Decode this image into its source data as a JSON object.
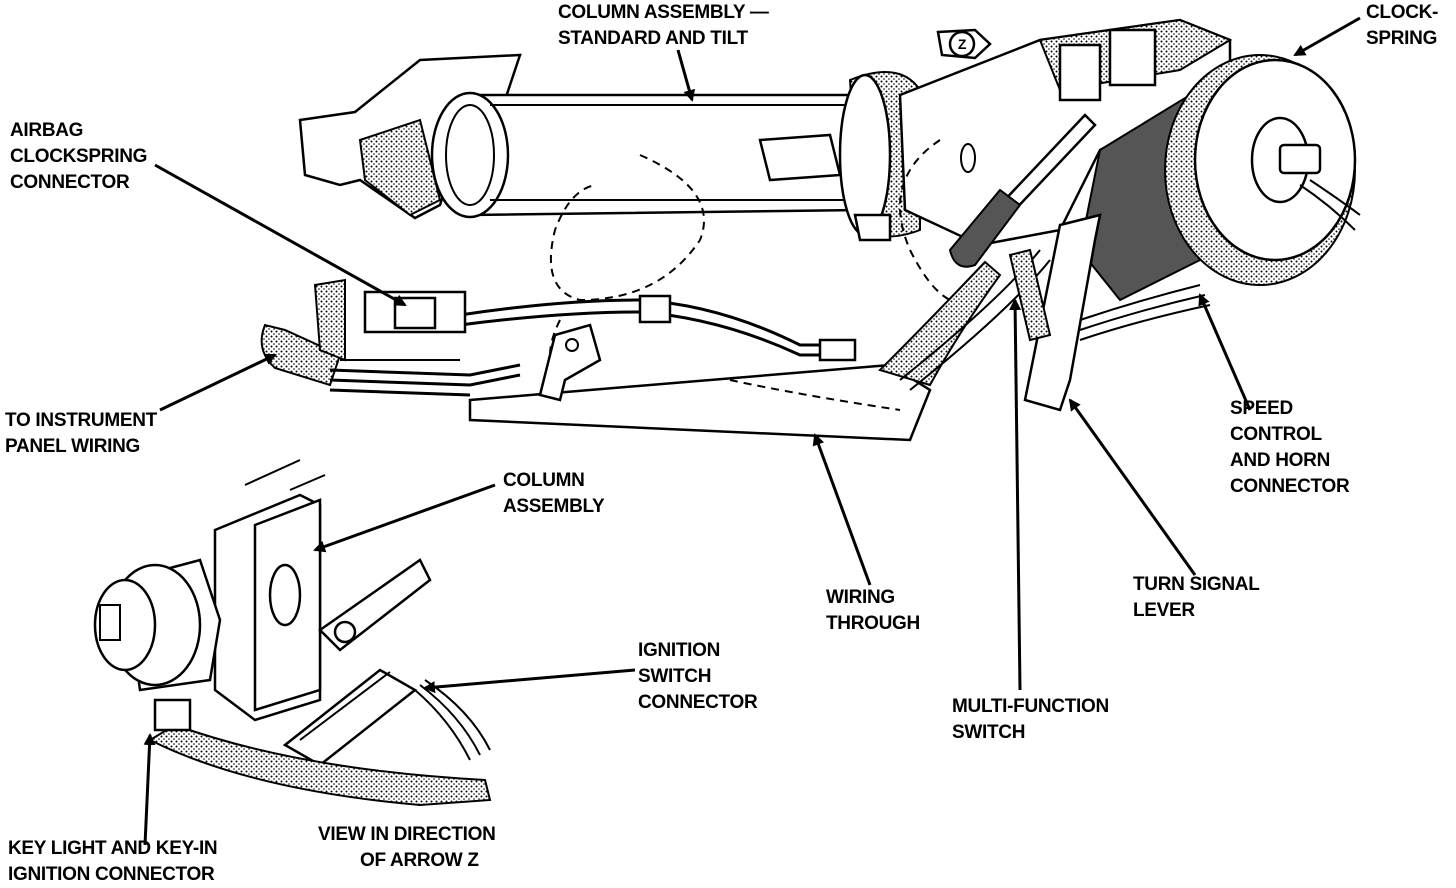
{
  "labels": {
    "column_std_tilt": [
      "COLUMN ASSEMBLY —",
      "STANDARD AND TILT"
    ],
    "clockspring": [
      "CLOCK-",
      "SPRING"
    ],
    "airbag_connector": [
      "AIRBAG",
      "CLOCKSPRING",
      "CONNECTOR"
    ],
    "instrument_panel": [
      "TO INSTRUMENT",
      "PANEL WIRING"
    ],
    "speed_control": [
      "SPEED",
      "CONTROL",
      "AND HORN",
      "CONNECTOR"
    ],
    "column_assembly": [
      "COLUMN",
      "ASSEMBLY"
    ],
    "wiring_through": [
      "WIRING",
      "THROUGH"
    ],
    "turn_signal": [
      "TURN SIGNAL",
      "LEVER"
    ],
    "ignition_switch": [
      "IGNITION",
      "SWITCH",
      "CONNECTOR"
    ],
    "multi_function": [
      "MULTI-FUNCTION",
      "SWITCH"
    ],
    "key_light": [
      "KEY LIGHT AND KEY-IN",
      "IGNITION CONNECTOR"
    ],
    "view_direction": [
      "VIEW IN DIRECTION",
      "OF ARROW Z"
    ]
  },
  "arrow_z_symbol": "Z"
}
